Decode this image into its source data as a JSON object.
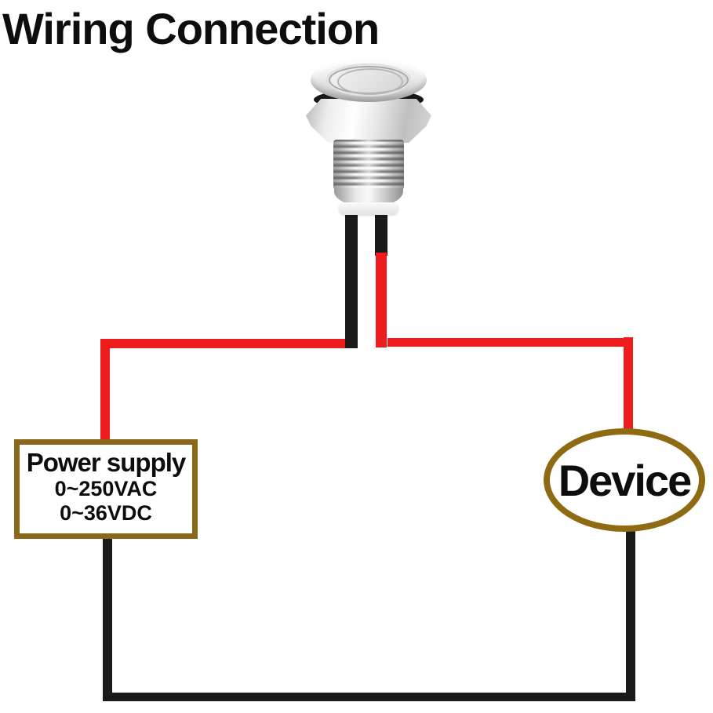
{
  "title": "Wiring Connection",
  "switch": {
    "icon": "metal-push-button-switch"
  },
  "power_supply": {
    "title": "Power supply",
    "range_ac": "0~250VAC",
    "range_dc": "0~36VDC"
  },
  "device": {
    "label": "Device"
  },
  "colors": {
    "wire_red": "#ee1c1c",
    "wire_black": "#1a1a1a",
    "power_box_border": "#8a681a",
    "device_border": "#8e6a12",
    "text": "#0d0d0d",
    "background": "#ffffff"
  }
}
